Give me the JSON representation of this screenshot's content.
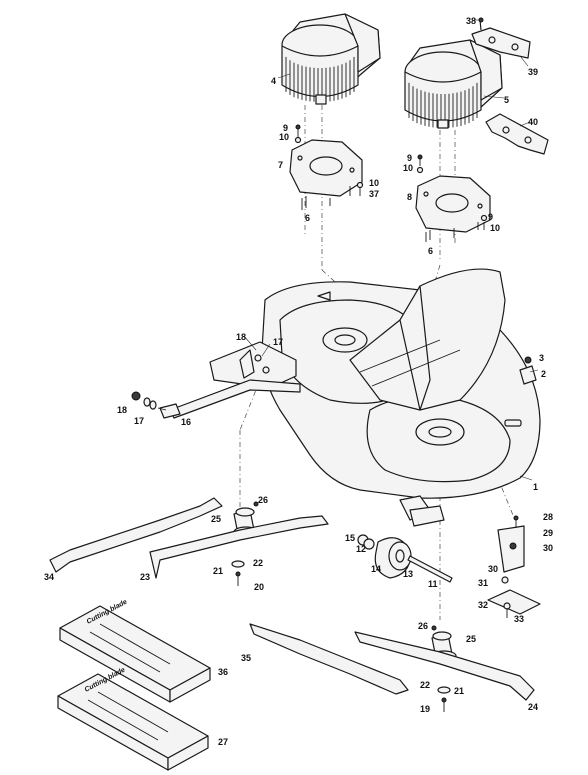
{
  "diagram": {
    "labels": [
      {
        "id": "l1",
        "text": "1"
      },
      {
        "id": "l2",
        "text": "2"
      },
      {
        "id": "l3",
        "text": "3"
      },
      {
        "id": "l4",
        "text": "4"
      },
      {
        "id": "l5",
        "text": "5"
      },
      {
        "id": "l6a",
        "text": "6"
      },
      {
        "id": "l6b",
        "text": "6"
      },
      {
        "id": "l7",
        "text": "7"
      },
      {
        "id": "l8",
        "text": "8"
      },
      {
        "id": "l9a",
        "text": "9"
      },
      {
        "id": "l9b",
        "text": "9"
      },
      {
        "id": "l9c",
        "text": "9"
      },
      {
        "id": "l10a",
        "text": "10"
      },
      {
        "id": "l10b",
        "text": "10"
      },
      {
        "id": "l10c",
        "text": "10"
      },
      {
        "id": "l10d",
        "text": "10"
      },
      {
        "id": "l11",
        "text": "11"
      },
      {
        "id": "l12",
        "text": "12"
      },
      {
        "id": "l13",
        "text": "13"
      },
      {
        "id": "l14",
        "text": "14"
      },
      {
        "id": "l15",
        "text": "15"
      },
      {
        "id": "l16",
        "text": "16"
      },
      {
        "id": "l17a",
        "text": "17"
      },
      {
        "id": "l17b",
        "text": "17"
      },
      {
        "id": "l18a",
        "text": "18"
      },
      {
        "id": "l18b",
        "text": "18"
      },
      {
        "id": "l19",
        "text": "19"
      },
      {
        "id": "l20",
        "text": "20"
      },
      {
        "id": "l21a",
        "text": "21"
      },
      {
        "id": "l21b",
        "text": "21"
      },
      {
        "id": "l22a",
        "text": "22"
      },
      {
        "id": "l22b",
        "text": "22"
      },
      {
        "id": "l23",
        "text": "23"
      },
      {
        "id": "l24",
        "text": "24"
      },
      {
        "id": "l25a",
        "text": "25"
      },
      {
        "id": "l25b",
        "text": "25"
      },
      {
        "id": "l26a",
        "text": "26"
      },
      {
        "id": "l26b",
        "text": "26"
      },
      {
        "id": "l27",
        "text": "27"
      },
      {
        "id": "l28",
        "text": "28"
      },
      {
        "id": "l29",
        "text": "29"
      },
      {
        "id": "l30a",
        "text": "30"
      },
      {
        "id": "l30b",
        "text": "30"
      },
      {
        "id": "l31",
        "text": "31"
      },
      {
        "id": "l32",
        "text": "32"
      },
      {
        "id": "l33",
        "text": "33"
      },
      {
        "id": "l34",
        "text": "34"
      },
      {
        "id": "l35",
        "text": "35"
      },
      {
        "id": "l36",
        "text": "36"
      },
      {
        "id": "l37",
        "text": "37"
      },
      {
        "id": "l38",
        "text": "38"
      },
      {
        "id": "l39",
        "text": "39"
      },
      {
        "id": "l40",
        "text": "40"
      }
    ],
    "box_top_text": "Cutting blade",
    "box_bottom_text": "Cutting blade"
  }
}
